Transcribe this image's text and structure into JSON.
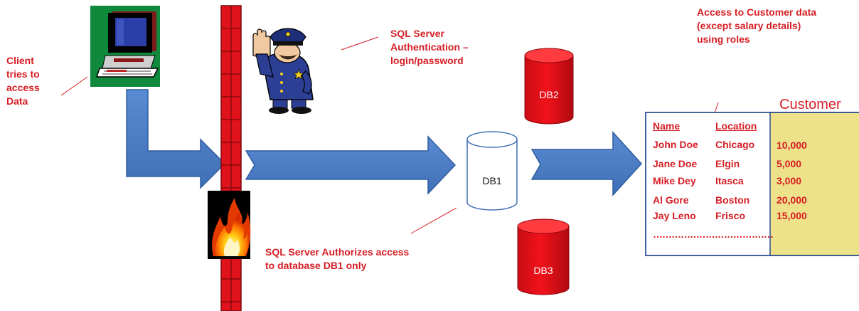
{
  "client_note": [
    "Client",
    "tries to",
    "access",
    "Data"
  ],
  "auth_note": [
    "SQL Server",
    "Authentication –",
    "login/password"
  ],
  "authz_note": [
    "SQL Server Authorizes access",
    "to database DB1 only"
  ],
  "roles_note": [
    "Access to Customer data",
    "(except salary details)",
    "using roles"
  ],
  "databases": {
    "db1": "DB1",
    "db2": "DB2",
    "db3": "DB3"
  },
  "customer_table": {
    "title": "Customer",
    "headers": [
      "Name",
      "Location"
    ],
    "rows": [
      {
        "name": "John Doe",
        "location": "Chicago",
        "salary": "10,000"
      },
      {
        "name": "Jane Doe",
        "location": "Elgin",
        "salary": "5,000"
      },
      {
        "name": "Mike Dey",
        "location": "Itasca",
        "salary": "3,000"
      },
      {
        "name": "Al Gore",
        "location": "Boston",
        "salary": "20,000"
      },
      {
        "name": "Jay Leno",
        "location": "Frisco",
        "salary": "15,000"
      }
    ],
    "ellipsis": "…………………………………"
  },
  "colors": {
    "accent_red": "#d61e25",
    "arrow_blue": "#4a7cc4",
    "firewall_red": "#e0121c",
    "salary_yellow": "#ede28a"
  },
  "icons": {
    "computer": "computer-icon",
    "police": "police-officer-icon",
    "fire": "fire-icon"
  }
}
